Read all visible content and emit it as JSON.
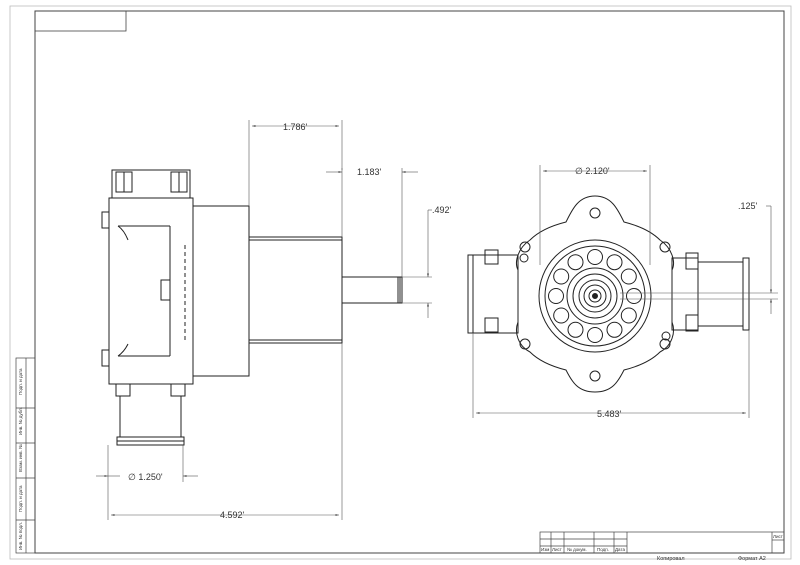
{
  "dimensions": {
    "d1786": "1.786'",
    "d1183": "1.183'",
    "d492": ".492'",
    "d1250": "∅ 1.250'",
    "d4592": "4.592'",
    "d2120": "∅ 2.120'",
    "d125": ".125'",
    "d5483": "5.483'"
  },
  "title_block": {
    "col_izm": "Изм",
    "col_list": "Лист",
    "col_doc": "№ докум.",
    "col_sign": "Подп.",
    "col_date": "Дата",
    "list_label": "Лист",
    "kopiroval": "Копировал",
    "format": "Формат A2"
  },
  "side_stamp": {
    "inv_podl": "Инв. № подл.",
    "podp_data1": "Подп. и дата",
    "vzam_inv": "Взам. инв. №",
    "inv_dubl": "Инв. № дубл.",
    "podp_data2": "Подп. и дата"
  },
  "colors": {
    "line": "#222222",
    "dim_line": "#555555",
    "frame": "#444444"
  }
}
